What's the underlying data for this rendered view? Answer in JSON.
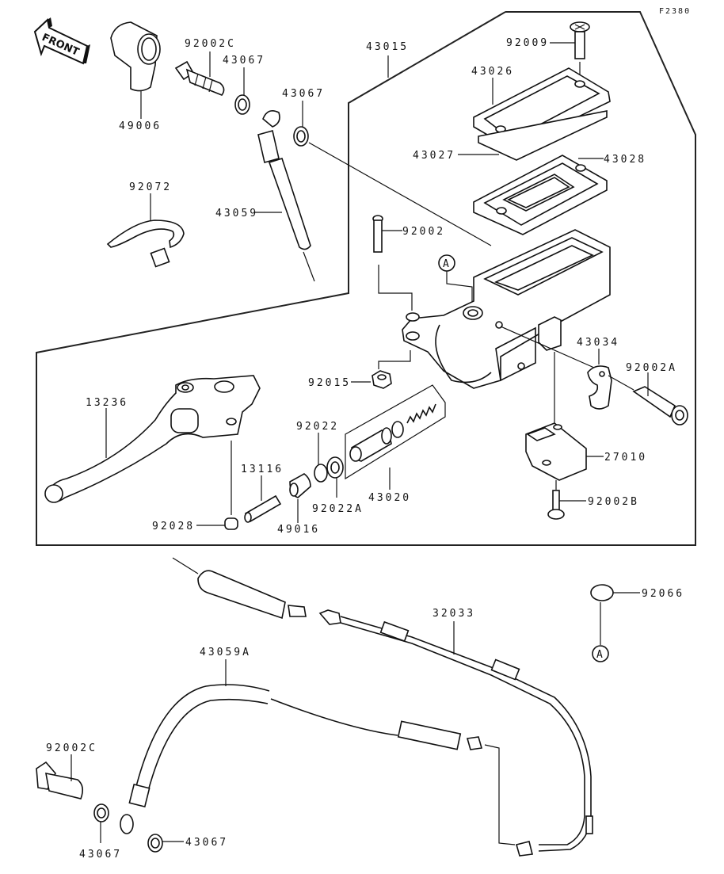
{
  "diagram": {
    "figure_id": "F2380",
    "front_indicator": "FRONT",
    "reference_marker": "A",
    "labels": {
      "p49006": "49006",
      "p92002C_top": "92002C",
      "p43067_a": "43067",
      "p43067_b": "43067",
      "p43015": "43015",
      "p92009": "92009",
      "p43026": "43026",
      "p43027": "43027",
      "p43028": "43028",
      "p92072": "92072",
      "p43059": "43059",
      "p92002": "92002",
      "p43034": "43034",
      "p92002A": "92002A",
      "p92015": "92015",
      "p13236": "13236",
      "p92022": "92022",
      "p27010": "27010",
      "p13116": "13116",
      "p92022A": "92022A",
      "p43020": "43020",
      "p92002B": "92002B",
      "p92028": "92028",
      "p49016": "49016",
      "p92066": "92066",
      "p32033": "32033",
      "p43059A": "43059A",
      "p92002C_bottom": "92002C",
      "p43067_c": "43067",
      "p43067_d": "43067"
    }
  }
}
